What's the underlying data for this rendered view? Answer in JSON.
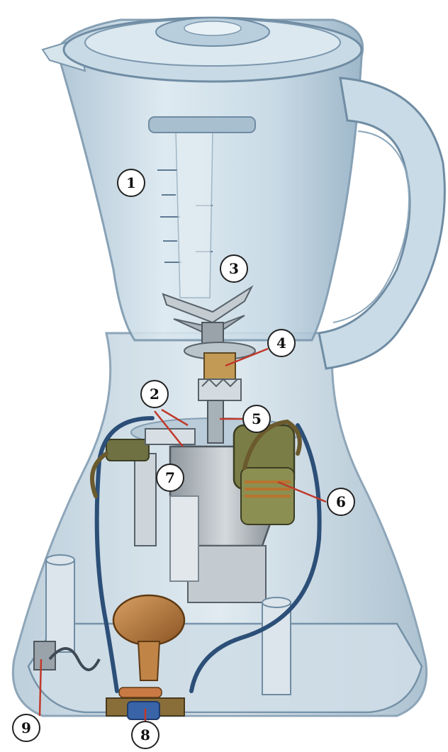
{
  "colors": {
    "background": "#ffffff",
    "jar_fill": "#c9dbe6",
    "jar_stroke": "#7b97ad",
    "wire": "#2c4f78",
    "copper": "#b8742e",
    "motor": "#aeb6bc",
    "switch_brown": "#b5793d",
    "capacitor": "#3a64a8",
    "callout_line": "#c0392b",
    "label_fill": "#ffffff",
    "label_stroke": "#222222"
  },
  "callouts": [
    {
      "id": "1",
      "text": "1",
      "icon": "circle-label"
    },
    {
      "id": "2",
      "text": "2",
      "icon": "circle-label"
    },
    {
      "id": "3",
      "text": "3",
      "icon": "circle-label"
    },
    {
      "id": "4",
      "text": "4",
      "icon": "circle-label"
    },
    {
      "id": "5",
      "text": "5",
      "icon": "circle-label"
    },
    {
      "id": "6",
      "text": "6",
      "icon": "circle-label"
    },
    {
      "id": "7",
      "text": "7",
      "icon": "circle-label"
    },
    {
      "id": "8",
      "text": "8",
      "icon": "circle-label"
    },
    {
      "id": "9",
      "text": "9",
      "icon": "circle-label"
    }
  ],
  "parts": {
    "jar": "jar-icon",
    "lid": "lid-icon",
    "handle": "handle-icon",
    "blade": "blade-icon",
    "coupling": "coupling-icon",
    "shaft": "shaft-icon",
    "motor": "motor-icon",
    "base": "base-icon",
    "switch": "switch-icon",
    "capacitor": "capacitor-icon",
    "wires": "wire-icon"
  }
}
